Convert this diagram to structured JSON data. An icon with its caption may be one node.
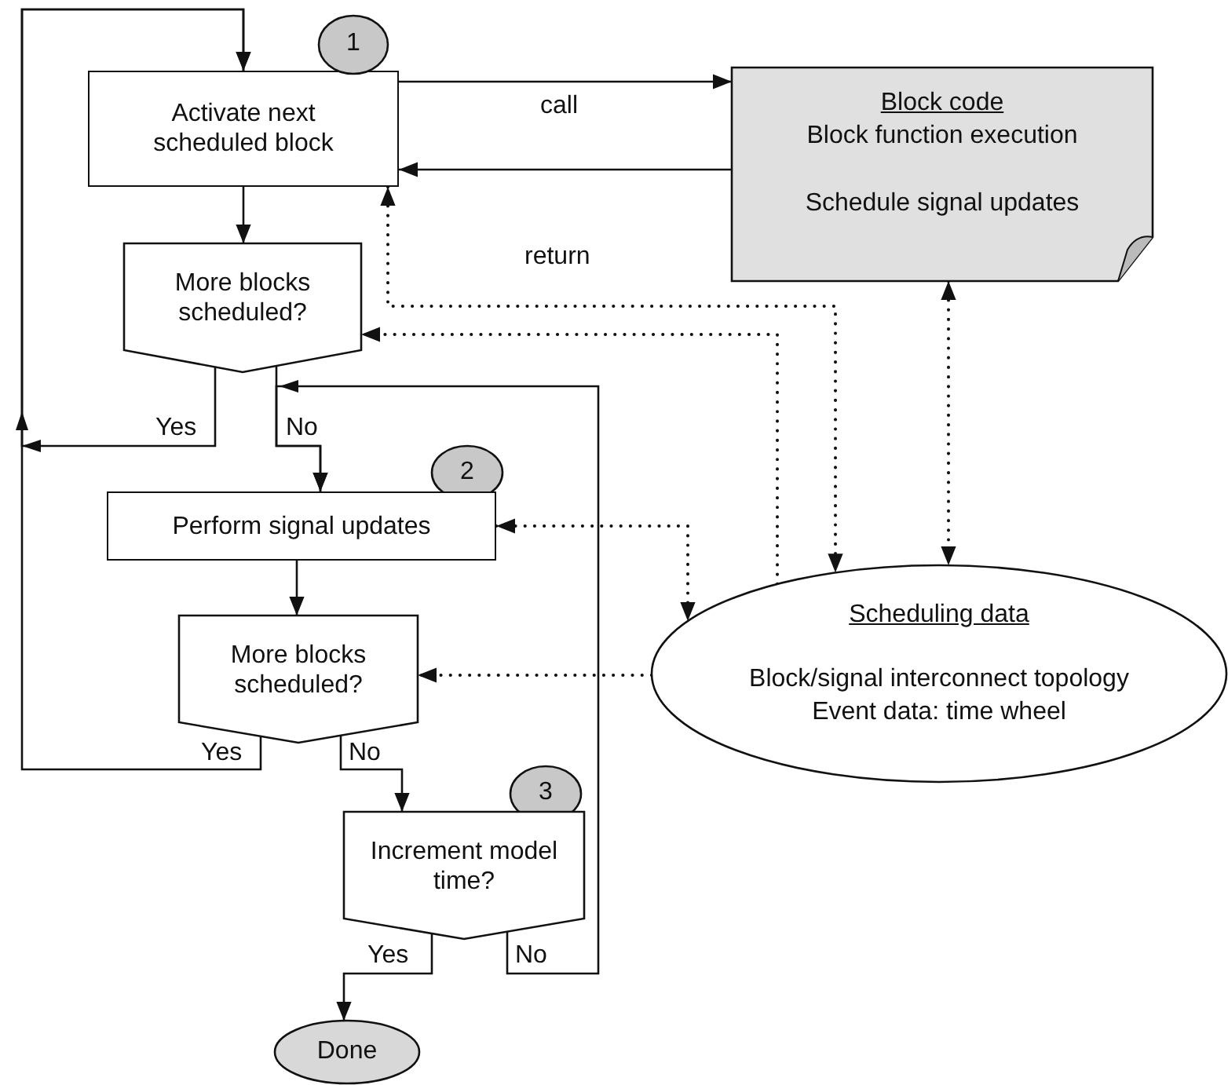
{
  "diagram": {
    "nodes": [
      {
        "text": [
          "Activate next scheduled block"
        ]
      },
      {
        "text": [
          "1"
        ]
      },
      {
        "text": [
          "Block code",
          "Block function execution",
          "Schedule signal updates"
        ]
      },
      {
        "text": [
          "More blocks scheduled?"
        ]
      },
      {
        "text": [
          "2"
        ]
      },
      {
        "text": [
          "Perform signal updates"
        ]
      },
      {
        "text": [
          "Scheduling data",
          "Block/signal interconnect topology",
          "Event data: time wheel"
        ]
      },
      {
        "text": [
          "More blocks scheduled?"
        ]
      },
      {
        "text": [
          "3"
        ]
      },
      {
        "text": [
          "Increment model time?"
        ]
      },
      {
        "text": [
          "Done"
        ]
      }
    ],
    "edges": [
      {
        "from": 0,
        "to": 2,
        "arrow": "to",
        "label": "call"
      },
      {
        "from": 2,
        "to": 0,
        "arrow": "to",
        "label": "return"
      },
      {
        "from": 0,
        "to": 3,
        "arrow": "to"
      },
      {
        "from": 3,
        "to": 0,
        "arrow": "to",
        "label": "Yes"
      },
      {
        "from": 3,
        "to": 5,
        "arrow": "to",
        "label": "No"
      },
      {
        "from": 5,
        "to": 7,
        "arrow": "to"
      },
      {
        "from": 7,
        "to": 0,
        "arrow": "to",
        "label": "Yes"
      },
      {
        "from": 7,
        "to": 9,
        "arrow": "to",
        "label": "No"
      },
      {
        "from": 9,
        "to": 10,
        "arrow": "to",
        "label": "Yes"
      },
      {
        "from": 9,
        "to": 5,
        "arrow": "to",
        "label": "No"
      },
      {
        "from": 0,
        "to": 6,
        "arrow": "both",
        "style": "dashed"
      },
      {
        "from": 6,
        "to": 3,
        "arrow": "to",
        "style": "dashed"
      },
      {
        "from": 2,
        "to": 6,
        "arrow": "both",
        "style": "dashed"
      },
      {
        "from": 5,
        "to": 6,
        "arrow": "both",
        "style": "dashed"
      },
      {
        "from": 6,
        "to": 7,
        "arrow": "to",
        "style": "dashed"
      }
    ]
  }
}
